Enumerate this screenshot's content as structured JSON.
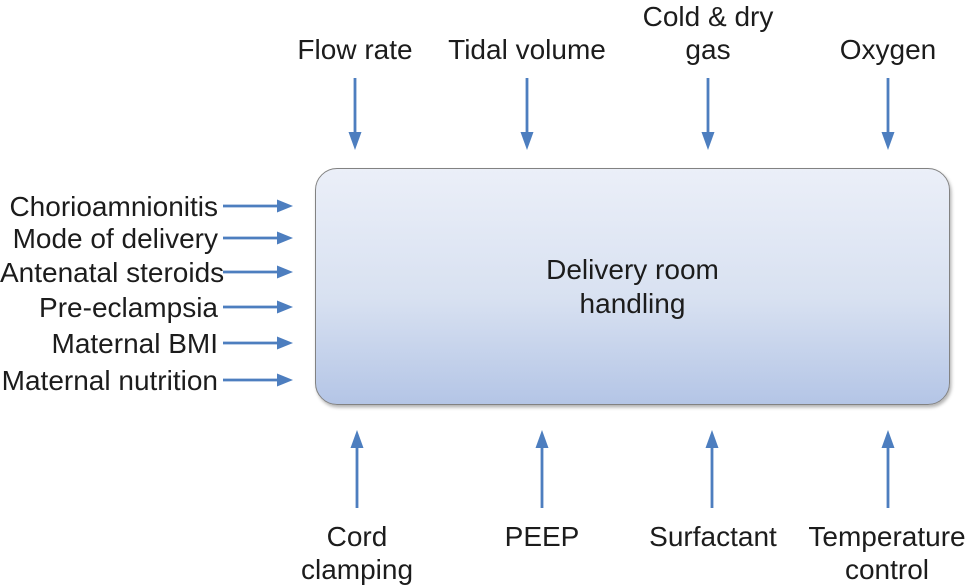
{
  "center_box": {
    "label": "Delivery room\nhandling"
  },
  "top_factors": [
    {
      "label": "Flow rate"
    },
    {
      "label": "Tidal volume"
    },
    {
      "label": "Cold & dry\ngas"
    },
    {
      "label": "Oxygen"
    }
  ],
  "left_factors": [
    {
      "label": "Chorioamnionitis"
    },
    {
      "label": "Mode of delivery"
    },
    {
      "label": "Antenatal steroids"
    },
    {
      "label": "Pre-eclampsia"
    },
    {
      "label": "Maternal BMI"
    },
    {
      "label": "Maternal nutrition"
    }
  ],
  "bottom_factors": [
    {
      "label": "Cord\nclamping"
    },
    {
      "label": "PEEP"
    },
    {
      "label": "Surfactant"
    },
    {
      "label": "Temperature\ncontrol"
    }
  ],
  "icons": {
    "top": "arrow-down-icon",
    "left": "arrow-right-icon",
    "bottom": "arrow-up-icon"
  },
  "colors": {
    "arrow": "#4d7ebf",
    "box_border": "#828282",
    "box_gradient_top": "#ebeff8",
    "box_gradient_mid": "#d8e1f1",
    "box_gradient_bottom": "#b4c5e6",
    "text": "#1c1c1c",
    "background": "#ffffff"
  }
}
